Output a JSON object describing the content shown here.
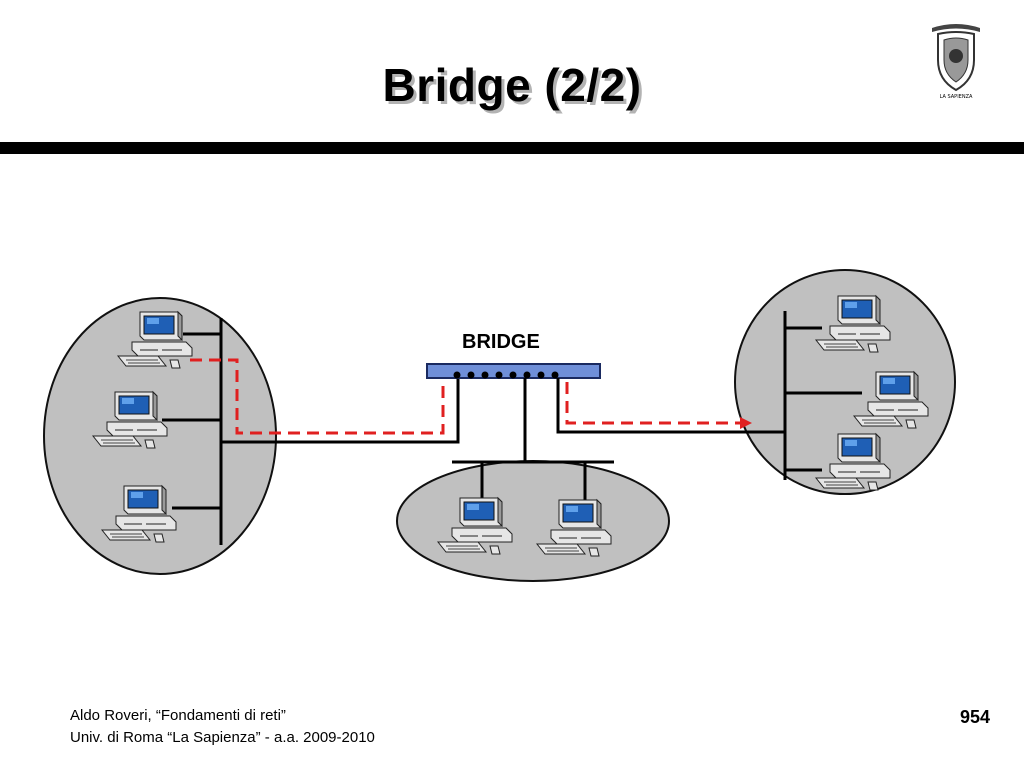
{
  "slide": {
    "title": "Bridge (2/2)",
    "bridge_label": "BRIDGE",
    "footer_line1": "Aldo Roveri, “Fondamenti di reti”",
    "footer_line2": "Univ. di Roma “La Sapienza” - a.a. 2009-2010",
    "page_number": "954",
    "logo_text": "LA SAPIENZA"
  },
  "colors": {
    "lan_fill": "#c0c0c0",
    "bridge_fill": "#6f8fd8",
    "path_dash": "#e02020",
    "title_shadow": "#b3b3b3",
    "monitor_screen": "#1f5fb5"
  },
  "icons": [
    "computer-icon",
    "university-logo"
  ]
}
